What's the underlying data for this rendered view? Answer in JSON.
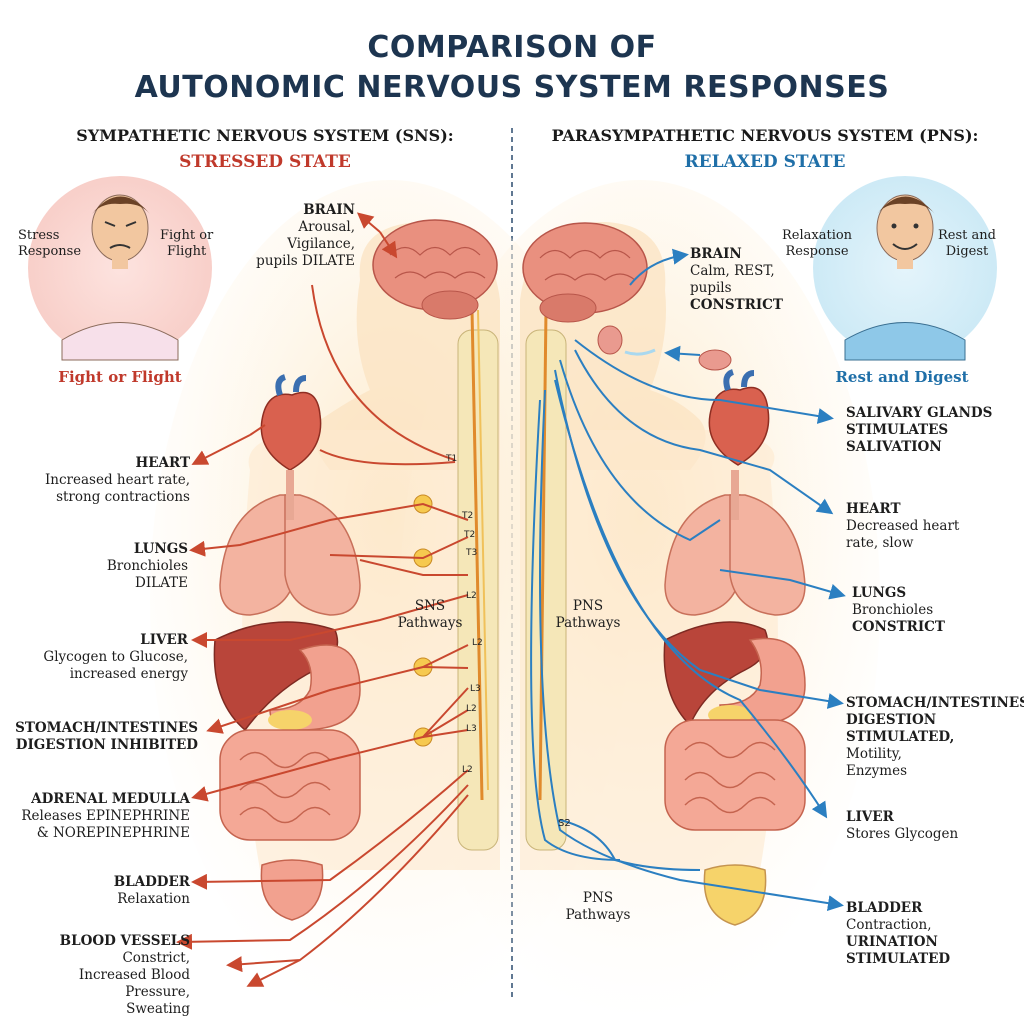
{
  "title": {
    "line1": "COMPARISON OF",
    "line2": "AUTONOMIC NERVOUS SYSTEM RESPONSES"
  },
  "sns": {
    "heading": "SYMPATHETIC NERVOUS SYSTEM (SNS):",
    "state": "STRESSED STATE",
    "avatar": {
      "left_label": [
        "Stress",
        "Response"
      ],
      "right_label": [
        "Fight or",
        "Flight"
      ],
      "caption": "Fight or Flight"
    },
    "pathways_label": [
      "SNS",
      "Pathways"
    ],
    "labels": {
      "brain": [
        "BRAIN",
        "Arousal,",
        "Vigilance,",
        "pupils DILATE"
      ],
      "heart": [
        "HEART",
        "Increased heart rate,",
        "strong contractions"
      ],
      "lungs": [
        "LUNGS",
        "Bronchioles",
        "DILATE"
      ],
      "liver": [
        "LIVER",
        "Glycogen to Glucose,",
        "increased energy"
      ],
      "stomach": [
        "STOMACH/INTESTINES",
        "DIGESTION INHIBITED"
      ],
      "adrenal": [
        "ADRENAL MEDULLA",
        "Releases EPINEPHRINE",
        "& NOREPINEPHRINE"
      ],
      "bladder": [
        "BLADDER",
        "Relaxation"
      ],
      "vessels": [
        "BLOOD VESSELS",
        "Constrict,",
        "Increased Blood Pressure,",
        "Sweating"
      ]
    },
    "segments": [
      "T1",
      "T2",
      "T2",
      "T3",
      "L2",
      "L2",
      "L3",
      "L2",
      "L3",
      "L2"
    ]
  },
  "pns": {
    "heading": "PARASYMPATHETIC NERVOUS SYSTEM (PNS):",
    "state": "RELAXED STATE",
    "avatar": {
      "left_label": [
        "Relaxation",
        "Response"
      ],
      "right_label": [
        "Rest and",
        "Digest"
      ],
      "caption": "Rest and Digest"
    },
    "pathways_label": [
      "PNS",
      "Pathways"
    ],
    "pathways_label_lower": [
      "PNS",
      "Pathways"
    ],
    "segment": "S2",
    "labels": {
      "brain": [
        "BRAIN",
        "Calm, REST,",
        "pupils",
        "CONSTRICT"
      ],
      "salivary": [
        "SALIVARY GLANDS",
        "STIMULATES",
        "SALIVATION"
      ],
      "heart": [
        "HEART",
        "Decreased heart",
        "rate, slow"
      ],
      "lungs": [
        "LUNGS",
        "Bronchioles",
        "CONSTRICT"
      ],
      "stomach": [
        "STOMACH/INTESTINES",
        "DIGESTION",
        "STIMULATED,",
        "Motility,",
        "Enzymes"
      ],
      "liver": [
        "LIVER",
        "Stores Glycogen"
      ],
      "bladder": [
        "BLADDER",
        "Contraction,",
        "URINATION",
        "STIMULATED"
      ]
    }
  },
  "colors": {
    "title": "#1d3550",
    "sns_accent": "#c0392b",
    "pns_accent": "#1f6fa8",
    "sns_arrow": "#c9482f",
    "pns_arrow": "#2b7fc1"
  }
}
